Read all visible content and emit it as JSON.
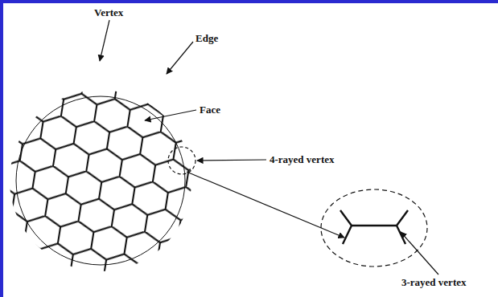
{
  "diagram": {
    "labels": [
      "Vertex",
      "Edge",
      "Face",
      "4-rayed vertex",
      "3-rayed vertex"
    ]
  }
}
